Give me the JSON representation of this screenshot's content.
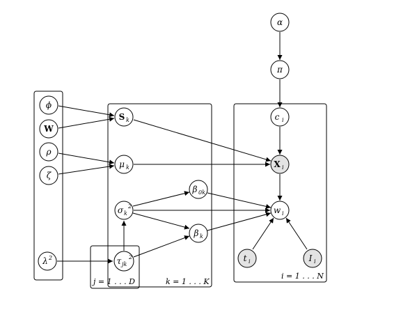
{
  "nodes": {
    "alpha": {
      "label": "α",
      "sub": ""
    },
    "pi": {
      "label": "π",
      "sub": ""
    },
    "c": {
      "label": "c",
      "sub": "i"
    },
    "X": {
      "label": "X",
      "sub": "i"
    },
    "w": {
      "label": "w",
      "sub": "i"
    },
    "t": {
      "label": "t",
      "sub": "i"
    },
    "I": {
      "label": "I",
      "sub": "i"
    },
    "phi": {
      "label": "ϕ",
      "sub": ""
    },
    "W": {
      "label": "W",
      "sub": ""
    },
    "rho": {
      "label": "ρ",
      "sub": ""
    },
    "zeta": {
      "label": "ζ",
      "sub": ""
    },
    "lambda": {
      "label": "λ",
      "sup": "2"
    },
    "S": {
      "label": "S",
      "sub": "k"
    },
    "mu": {
      "label": "μ",
      "sub": "k"
    },
    "sigma": {
      "label": "σ",
      "sub": "k",
      "sup": "2"
    },
    "tau": {
      "label": "τ",
      "sub": "jk",
      "sup": "2"
    },
    "beta0": {
      "label": "β",
      "sub": "0k"
    },
    "beta": {
      "label": "β",
      "sub": "k"
    }
  },
  "plates": {
    "j": "j = 1 . . . D",
    "k": "k = 1 . . . K",
    "i": "i = 1 . . . N"
  }
}
